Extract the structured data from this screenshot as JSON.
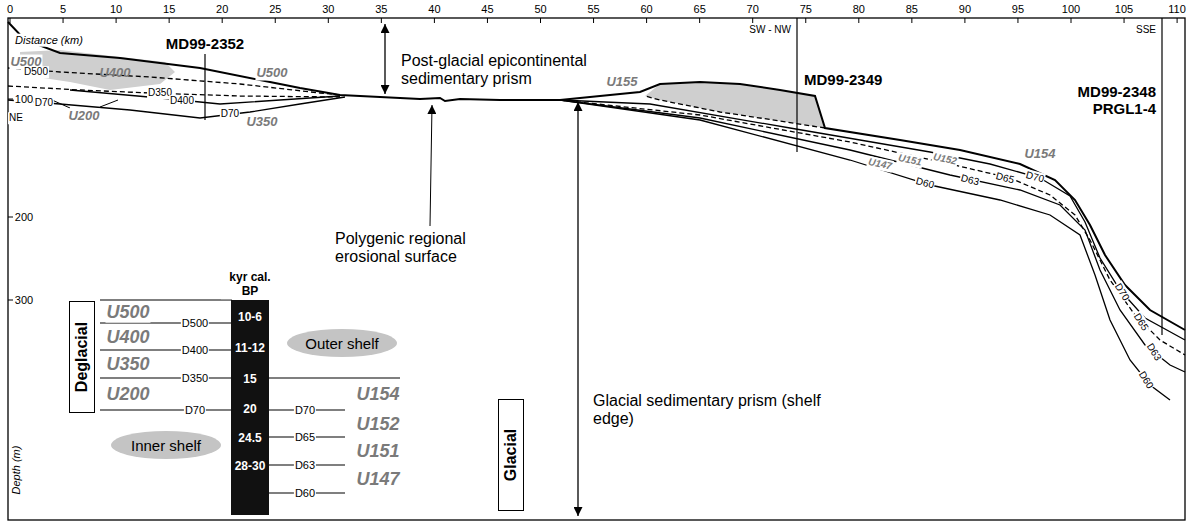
{
  "diagram": {
    "nodes": [
      {
        "text": [
          "Deglacial"
        ]
      },
      {
        "text": [
          "Glacial"
        ]
      },
      {
        "text": [
          "10-6"
        ]
      },
      {
        "text": [
          "11-12"
        ]
      },
      {
        "text": [
          "15"
        ]
      },
      {
        "text": [
          "20"
        ]
      },
      {
        "text": [
          "24.5"
        ]
      },
      {
        "text": [
          "28-30"
        ]
      },
      {
        "text": [
          "Outer shelf"
        ]
      },
      {
        "text": [
          "Inner shelf"
        ]
      }
    ],
    "labels": [
      "0",
      "5",
      "10",
      "15",
      "20",
      "25",
      "30",
      "35",
      "40",
      "45",
      "50",
      "55",
      "60",
      "65",
      "70",
      "75",
      "80",
      "85",
      "90",
      "95",
      "100",
      "105",
      "110",
      "100",
      "200",
      "300",
      "Distance (km)",
      "Depth (m)",
      "U500",
      "D500",
      "MD99-2352",
      "U400",
      "NE",
      "D70",
      "D350",
      "U200",
      "D400",
      "D70",
      "U500",
      "U350",
      "Post-glacial epicontinental sedimentary prism",
      "Polygenic regional erosional surface",
      "U155",
      "SW - NW",
      "MD99-2349",
      "U147",
      "U151",
      "U152",
      "U154",
      "D70",
      "D65",
      "D63",
      "D60",
      "SSE",
      "MD99-2348 PRGL1-4",
      "D70",
      "D65",
      "D63",
      "D60",
      "Glacial sedimentary prism (shelf edge)",
      "kyr cal. BP",
      "U500",
      "D500",
      "U400",
      "D400",
      "U350",
      "D350",
      "U200",
      "D70",
      "D70",
      "U154",
      "D65",
      "U152",
      "D63",
      "U151",
      "D60",
      "U147"
    ]
  }
}
